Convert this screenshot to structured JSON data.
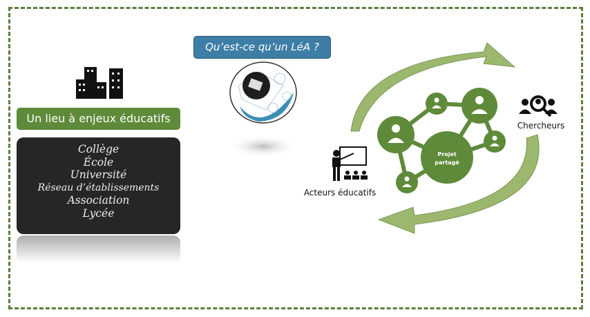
{
  "title": "Qu’est-ce qu’un LéA ?",
  "left": {
    "label": "Un lieu à enjeux éducatifs",
    "places": [
      "Collège",
      "École",
      "Université",
      "Réseau d’établissements",
      "Association",
      "Lycée"
    ]
  },
  "network": {
    "center_label_1": "Projet",
    "center_label_2": "partagé",
    "actors_label": "Acteurs éducatifs",
    "researchers_label": "Chercheurs"
  },
  "colors": {
    "green": "#5f8a3a",
    "blue": "#3d7ea6",
    "arrow": "#9bb86e"
  }
}
